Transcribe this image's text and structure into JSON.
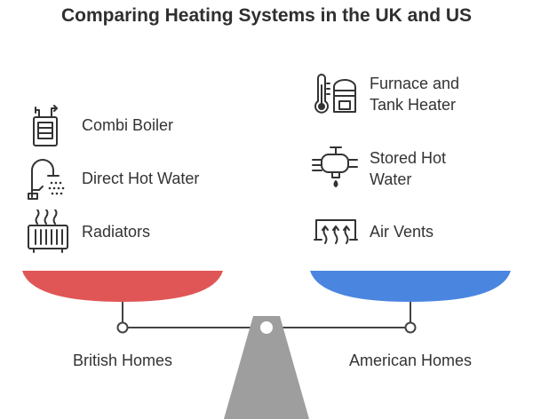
{
  "title": "Comparing Heating Systems in the UK and US",
  "left": {
    "label": "British Homes",
    "pan_color": "#e05656",
    "items": [
      {
        "label": "Combi Boiler",
        "icon": "combi-boiler-icon"
      },
      {
        "label": "Direct Hot Water",
        "icon": "faucet-icon"
      },
      {
        "label": "Radiators",
        "icon": "radiator-icon"
      }
    ]
  },
  "right": {
    "label": "American Homes",
    "pan_color": "#4a86e0",
    "items": [
      {
        "label": "Furnace and\nTank Heater",
        "icon": "furnace-icon"
      },
      {
        "label": "Stored Hot\nWater",
        "icon": "tap-drip-icon"
      },
      {
        "label": "Air Vents",
        "icon": "air-vent-icon"
      }
    ]
  },
  "colors": {
    "fulcrum": "#9e9e9e",
    "beam": "#444444",
    "icon_stroke": "#333333"
  }
}
